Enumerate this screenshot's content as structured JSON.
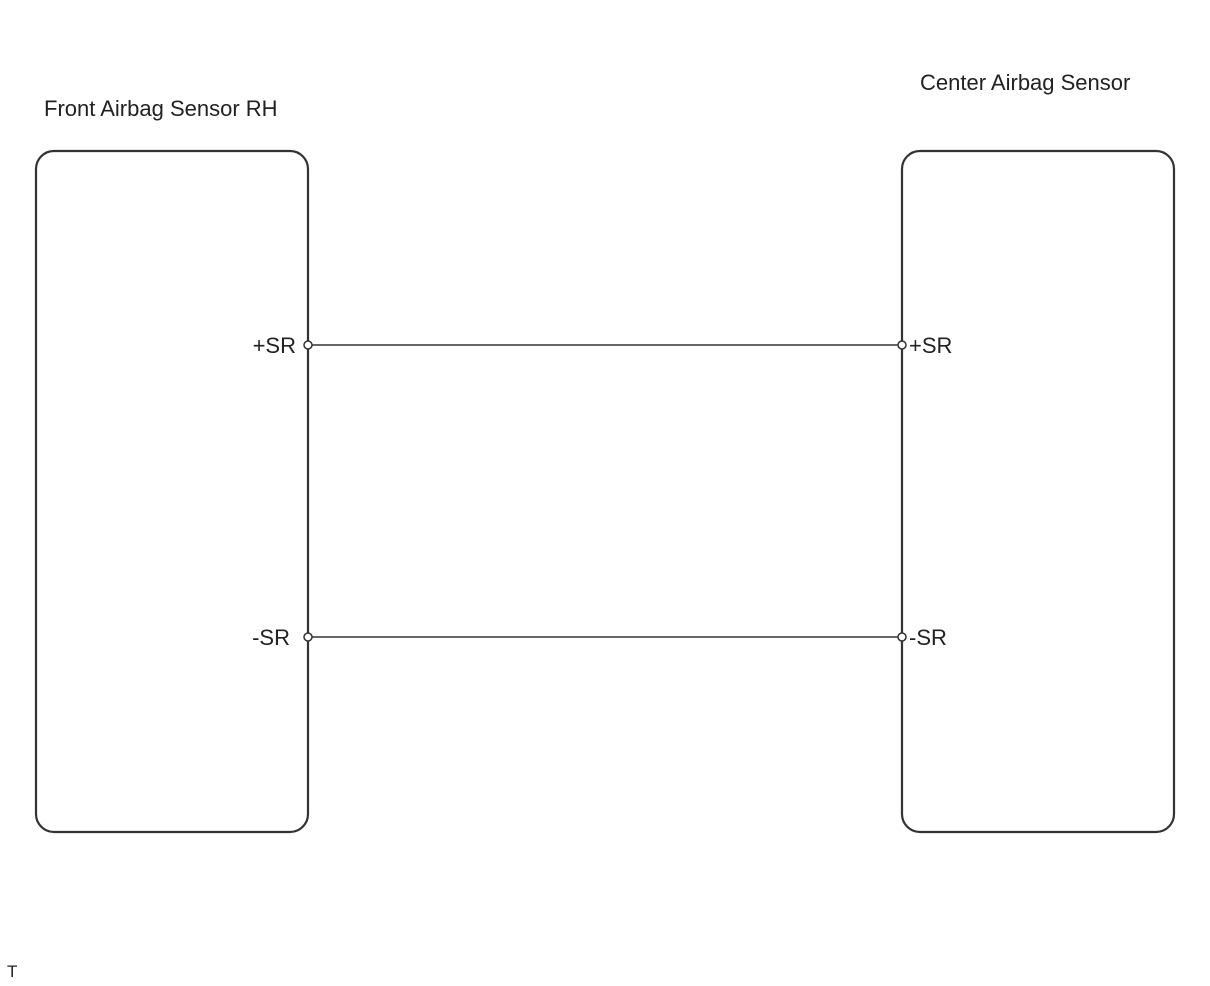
{
  "components": {
    "left": {
      "name": "Front Airbag Sensor RH",
      "pins": {
        "positive": "+SR",
        "negative": "-SR"
      }
    },
    "right": {
      "name": "Center Airbag Sensor",
      "pins": {
        "positive": "+SR",
        "negative": "-SR"
      }
    }
  },
  "connections": [
    {
      "from": "+SR",
      "to": "+SR"
    },
    {
      "from": "-SR",
      "to": "-SR"
    }
  ],
  "footer_mark": "T",
  "colors": {
    "line": "#333333",
    "background": "#ffffff"
  }
}
